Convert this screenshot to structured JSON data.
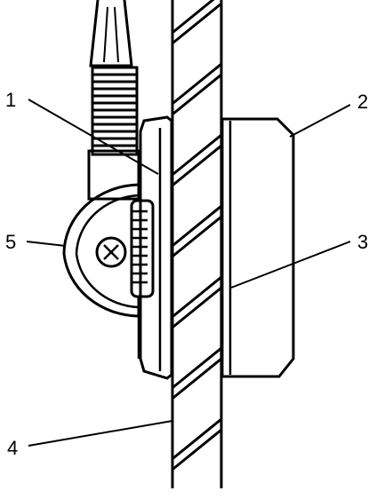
{
  "callouts": [
    {
      "id": "c1",
      "label": "1"
    },
    {
      "id": "c2",
      "label": "2"
    },
    {
      "id": "c3",
      "label": "3"
    },
    {
      "id": "c4",
      "label": "4"
    },
    {
      "id": "c5",
      "label": "5"
    }
  ],
  "colors": {
    "ink": "#000000",
    "paper": "#ffffff"
  }
}
